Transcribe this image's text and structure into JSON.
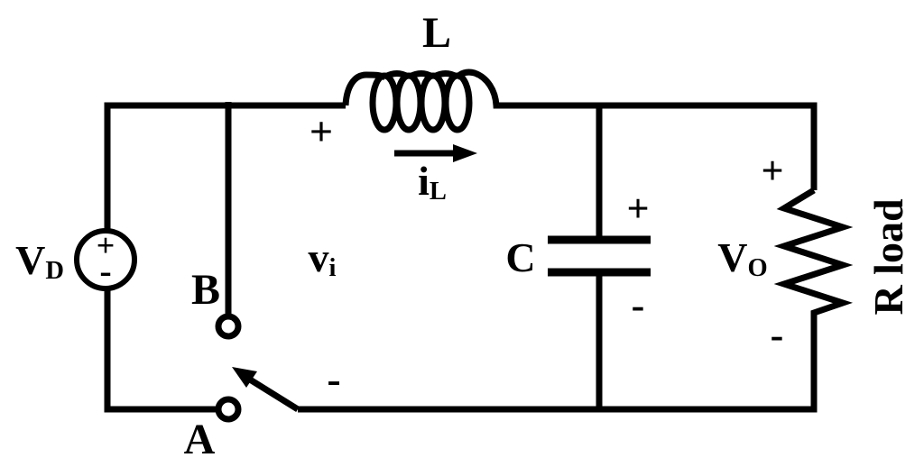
{
  "colors": {
    "ink": "#000000",
    "background": "#ffffff"
  },
  "circuit": {
    "source": {
      "label": "V",
      "sub": "D",
      "plus": "+",
      "minus": "-"
    },
    "switch": {
      "terminal_b": "B",
      "terminal_a": "A"
    },
    "input_voltage": {
      "label": "v",
      "sub": "i",
      "plus": "+",
      "minus": "-"
    },
    "inductor": {
      "label": "L"
    },
    "inductor_current": {
      "label": "i",
      "sub": "L"
    },
    "capacitor": {
      "label": "C",
      "plus": "+",
      "minus": "-"
    },
    "output_voltage": {
      "label": "V",
      "sub": "O",
      "plus": "+",
      "minus": "-"
    },
    "load": {
      "label": "R load"
    }
  }
}
